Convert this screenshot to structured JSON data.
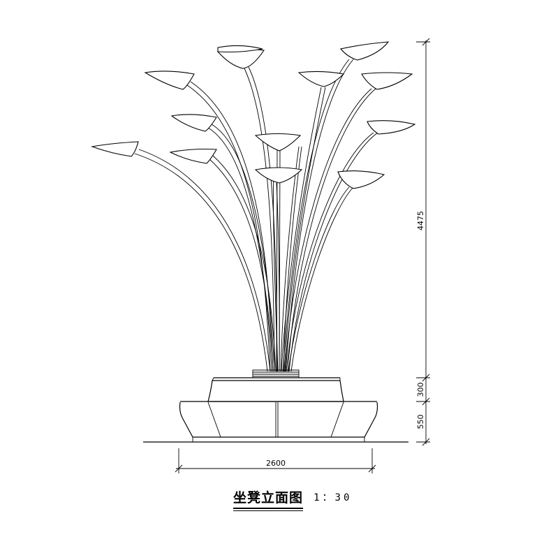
{
  "drawing": {
    "title": "坐凳立面图",
    "scale": "1：30",
    "dimensions": {
      "total_height": "4475",
      "seat_top_height": "300",
      "seat_base_height": "550",
      "base_width": "2600"
    }
  }
}
